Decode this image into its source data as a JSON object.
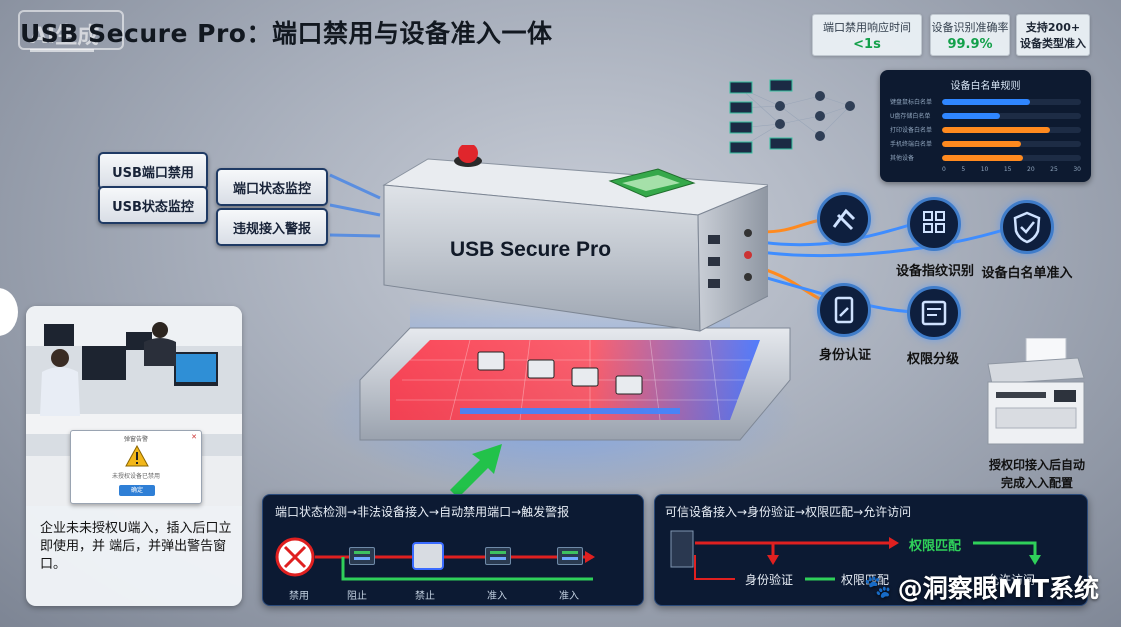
{
  "title": "USB Secure Pro：端口禁用与设备准入一体",
  "watermark_top": "AI生成",
  "stats": [
    {
      "label": "端口禁用响应时间",
      "value": "<1s"
    },
    {
      "label": "设备识别准确率",
      "value": "99.9%"
    },
    {
      "line1": "支持200+",
      "line2": "设备类型准入"
    }
  ],
  "whitelist_panel": {
    "title": "设备白名单规则",
    "rows": [
      {
        "label": "键盘鼠标白名单",
        "value": 0.63,
        "color": "#2f86ff"
      },
      {
        "label": "U盘存储白名单",
        "value": 0.42,
        "color": "#2f86ff"
      },
      {
        "label": "打印设备白名单",
        "value": 0.78,
        "color": "#ff8a1f"
      },
      {
        "label": "手机终端白名单",
        "value": 0.57,
        "color": "#ff8a1f"
      },
      {
        "label": "其他设备",
        "value": 0.58,
        "color": "#ff8a1f"
      }
    ],
    "ticks": [
      "0",
      "5",
      "10",
      "15",
      "20",
      "25",
      "30"
    ]
  },
  "left_labels": {
    "a": "USB端口禁用",
    "b": "USB状态监控",
    "c": "端口状态监控",
    "d": "违规接入警报"
  },
  "device": {
    "name": "USB Secure Pro"
  },
  "features": {
    "f1": "设备指纹识别",
    "f2": "设备白名单准入",
    "f3": "身份认证",
    "f4": "权限分级"
  },
  "printer": {
    "caption_line1": "授权印接入后自动",
    "caption_line2": "完成入入配置"
  },
  "office": {
    "dialog_title": "弹窗告警",
    "dialog_text": "未授权设备已禁用",
    "dialog_btn": "确定",
    "caption": "企业未未授权U端入，插入后口立即使用，并 端后，并弹出警告窗口。"
  },
  "flow_left": {
    "heading": "端口状态检测→非法设备接入→自动禁用端口→触发警报",
    "labels": [
      "禁用",
      "阻止",
      "禁止",
      "准入",
      "准入"
    ]
  },
  "flow_right": {
    "heading": "可信设备接入→身份验证→权限匹配→允许访问",
    "step_match": "权限匹配",
    "step_auth": "身份验证",
    "step_match2": "权限匹配",
    "step_allow": "允许访问"
  },
  "watermark_br": "@洞察眼MIT系统"
}
